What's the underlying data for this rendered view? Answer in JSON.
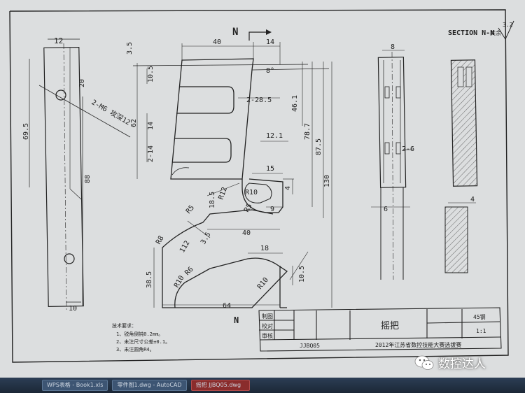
{
  "drawing": {
    "view_letter_top": "N",
    "view_letter_bottom": "N",
    "section_label": "SECTION N-N",
    "roughness_symbol": "3.2",
    "roughness_note": "其余",
    "left_view": {
      "width": "12",
      "dim_20": "20",
      "dim_69_5": "69.5",
      "dim_88": "88",
      "dim_10": "10",
      "hole_note": "2-M6 攻深12"
    },
    "front_view": {
      "dim_3_5": "3.5",
      "dim_40_top": "40",
      "dim_14": "14",
      "dim_8deg": "8°",
      "dim_10_5": "10.5",
      "dim_62": "62",
      "dim_2_28_5": "2-28.5",
      "dim_14_slot": "14",
      "dim_2_14": "2-14",
      "dim_46_1": "46.1",
      "dim_78_7": "78.7",
      "dim_87_5": "87.5",
      "dim_130": "130",
      "dim_12_1": "12.1",
      "dim_15": "15",
      "dim_4": "4",
      "dim_R12": "R12",
      "dim_R10": "R10",
      "dim_R5": "R5",
      "dim_9": "9",
      "dim_18_5": "18.5",
      "dim_R5b": "R5",
      "dim_3_5b": "3.5",
      "dim_40_mid": "40",
      "dim_R8": "R8",
      "dim_112": "112",
      "dim_38_5": "38.5",
      "dim_R10b": "R10",
      "dim_R6": "R6",
      "dim_18": "18",
      "dim_R10c": "R10",
      "dim_10_5b": "10.5",
      "dim_64": "64"
    },
    "side_view": {
      "dim_8": "8",
      "dim_2_6": "2-6",
      "dim_6": "6"
    },
    "section_view": {
      "dim_4": "4"
    },
    "notes": {
      "title": "技术要求：",
      "lines": [
        "1、锐角倒钝0.2mm。",
        "2、未注尺寸公差±0.1。",
        "3、未注圆角R4。"
      ]
    },
    "title_block": {
      "row1": "制图",
      "row2": "校对",
      "row3": "审核",
      "part_name": "摇把",
      "material": "45钢",
      "scale": "1:1",
      "drawing_no": "JJBQ05",
      "event": "2012年江苏省数控技能大赛选拔赛"
    }
  },
  "taskbar": {
    "items": [
      {
        "label": "WPS表格 - Book1.xls",
        "active": false
      },
      {
        "label": "零件图1.dwg - AutoCAD",
        "active": false
      },
      {
        "label": "摇把 JJBQ05.dwg",
        "active": true
      }
    ]
  },
  "watermark": {
    "text": "数控达人",
    "icon": "wechat-icon"
  }
}
